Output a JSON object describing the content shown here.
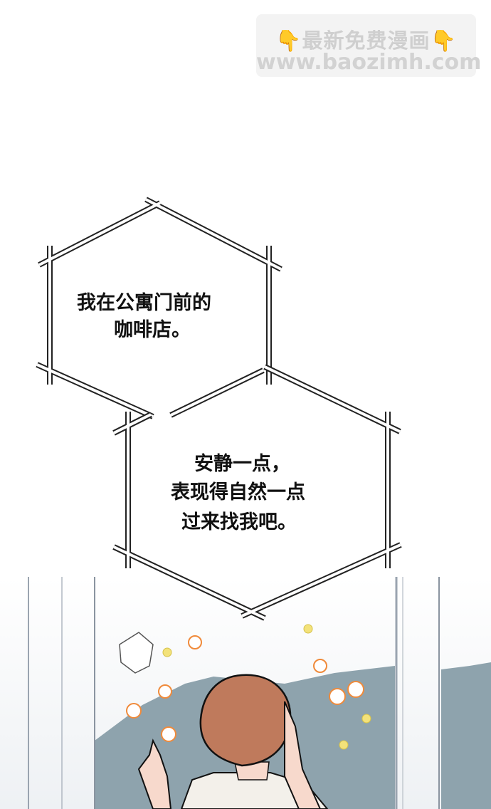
{
  "watermark": {
    "line1": "最新免费漫画",
    "line2": "www.baozimh.com",
    "icon_left": "👇",
    "icon_right": "👇"
  },
  "bubble1": {
    "lines": [
      "我在公寓门前的",
      "咖啡店。"
    ]
  },
  "bubble2": {
    "lines": [
      "安静一点，",
      "表现得自然一点",
      "过来找我吧。"
    ]
  },
  "colors": {
    "hair": "#bf7a5c",
    "mountain": "#8ea3ad",
    "flower": "#f08a3a",
    "sparkle": "#f3e27a"
  }
}
